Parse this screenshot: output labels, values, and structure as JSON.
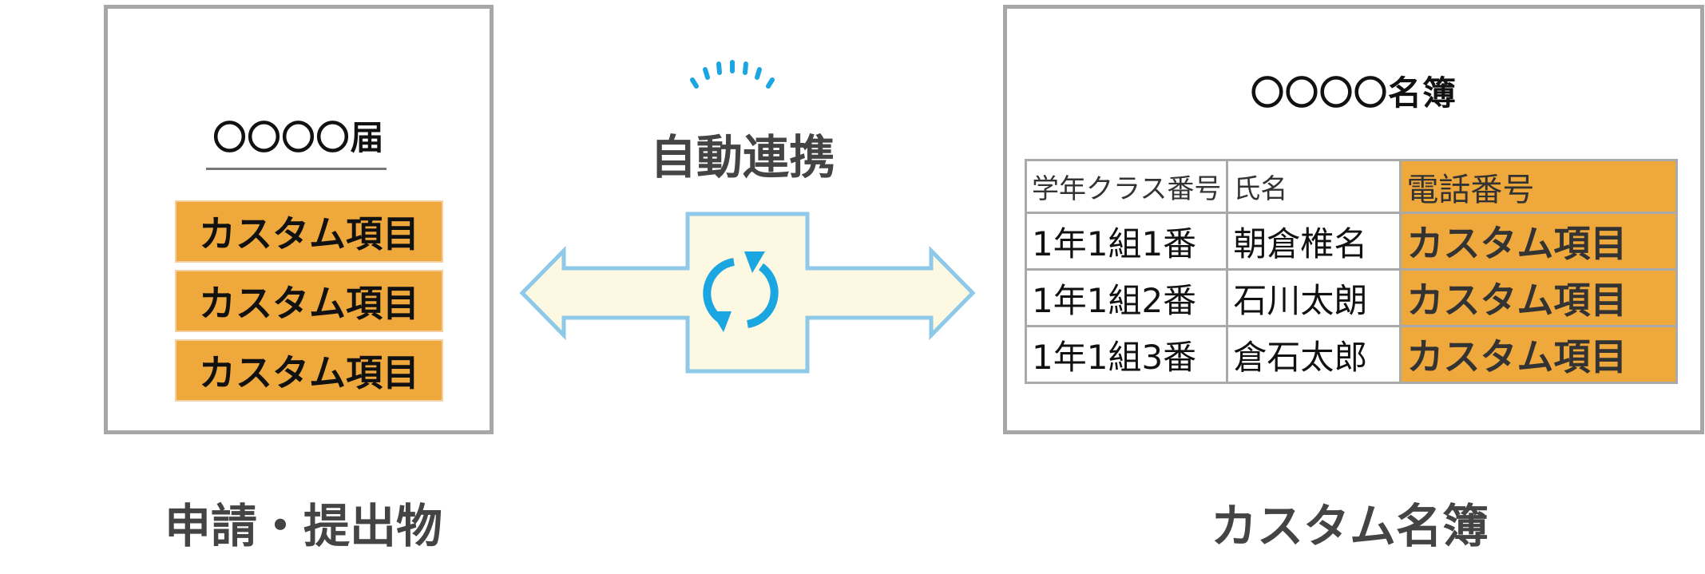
{
  "left_panel": {
    "doc_title": "〇〇〇〇届",
    "custom_items": [
      "カスタム項目",
      "カスタム項目",
      "カスタム項目"
    ],
    "caption": "申請・提出物"
  },
  "center": {
    "sync_label": "自動連携",
    "icon": "sync-arrows-icon"
  },
  "right_panel": {
    "dir_title": "〇〇〇〇名簿",
    "headers": [
      "学年クラス番号",
      "氏名",
      "電話番号"
    ],
    "rows": [
      [
        "1年1組1番",
        "朝倉椎名",
        "カスタム項目"
      ],
      [
        "1年1組2番",
        "石川太朗",
        "カスタム項目"
      ],
      [
        "1年1組3番",
        "倉石太郎",
        "カスタム項目"
      ]
    ],
    "caption": "カスタム名簿"
  },
  "colors": {
    "accent_orange": "#efa83c",
    "arrow_stroke": "#8ec9ea",
    "arrow_fill": "#fdf8e1",
    "sync_icon": "#1aa6e0",
    "border_gray": "#a7a7a7"
  }
}
